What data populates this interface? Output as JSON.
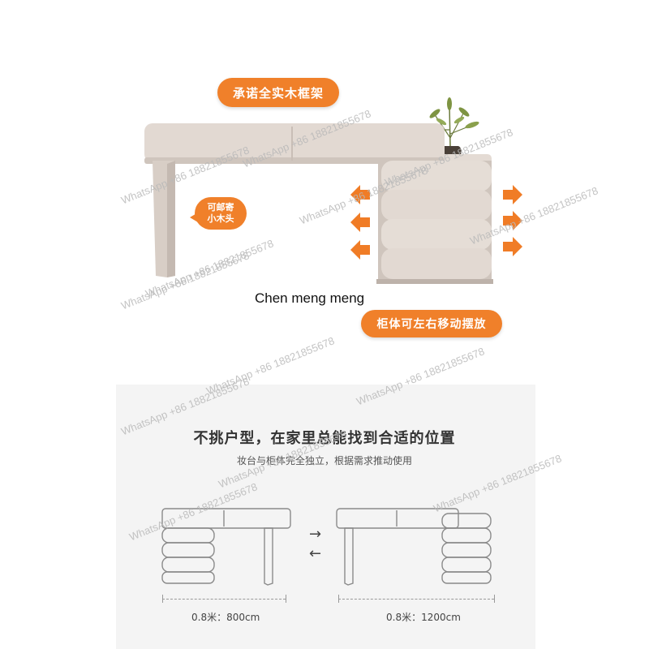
{
  "top": {
    "badge_frame": "承诺全实木框架",
    "badge_mail_line1": "可邮寄",
    "badge_mail_line2": "小木头",
    "badge_cabinet": "柜体可左右移动摆放",
    "overlay_name": "Chen meng meng"
  },
  "watermark": "WhatsApp +86 18821855678",
  "panel": {
    "headline": "不挑户型，在家里总能找到合适的位置",
    "subline": "妆台与柜体完全独立，根据需求推动使用",
    "left_size": "0.8米：800cm",
    "right_size": "0.8米：1200cm"
  },
  "colors": {
    "accent": "#f0802a",
    "furniture": "#e2d9d2",
    "furniture_shadow": "#c9beb6",
    "outline": "#8a8a8a"
  }
}
